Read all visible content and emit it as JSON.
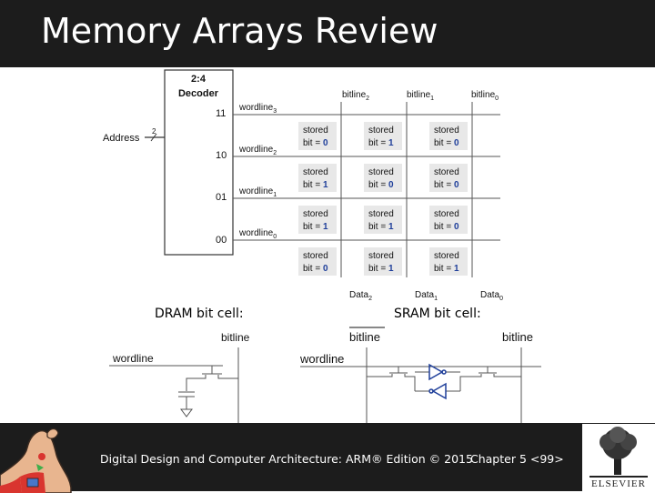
{
  "slide": {
    "title": "Memory Arrays Review",
    "footer_left": "Digital Design and Computer Architecture: ARM® Edition © 2015",
    "footer_right": "Chapter 5 <99>",
    "publisher_logo_text": "ELSEVIER"
  },
  "decoder": {
    "title_line1": "2:4",
    "title_line2": "Decoder",
    "address_label": "Address",
    "address_width": "2",
    "outputs": [
      "11",
      "10",
      "01",
      "00"
    ]
  },
  "array": {
    "wordline_label": "wordline",
    "wordline_subscripts": [
      "3",
      "2",
      "1",
      "0"
    ],
    "bitline_label": "bitline",
    "bitline_subscripts": [
      "2",
      "1",
      "0"
    ],
    "data_label": "Data",
    "data_subscripts": [
      "2",
      "1",
      "0"
    ],
    "stored_label": "stored",
    "bit_prefix": "bit = ",
    "rows": [
      [
        "0",
        "1",
        "0"
      ],
      [
        "1",
        "0",
        "0"
      ],
      [
        "1",
        "1",
        "0"
      ],
      [
        "0",
        "1",
        "1"
      ]
    ]
  },
  "dram": {
    "caption": "DRAM bit cell:",
    "bitline_label": "bitline",
    "wordline_label": "wordline"
  },
  "sram": {
    "caption": "SRAM bit cell:",
    "bitline_bar_label": "bitline",
    "bitline_label": "bitline",
    "wordline_label": "wordline"
  },
  "colors": {
    "bar": "#1c1c1c",
    "accent_blue": "#1f3f9a",
    "cell_bg": "#e8e8e8",
    "grid_line": "#555555"
  }
}
